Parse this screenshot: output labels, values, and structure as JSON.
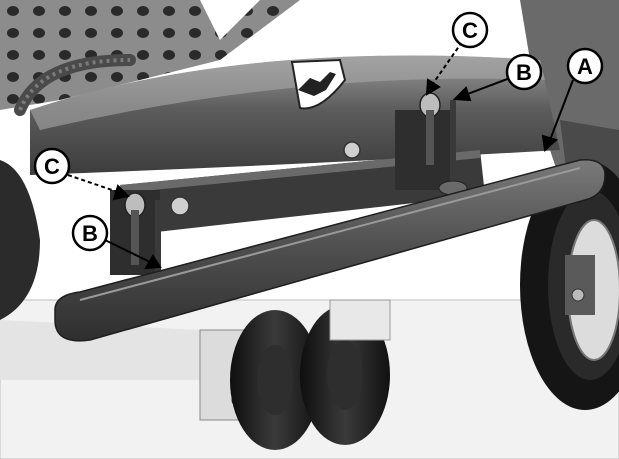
{
  "callouts": {
    "a": {
      "letter": "A"
    },
    "b_right": {
      "letter": "B"
    },
    "b_left": {
      "letter": "B"
    },
    "c_right": {
      "letter": "C"
    },
    "c_left": {
      "letter": "C"
    }
  },
  "colors": {
    "background": "#ffffff",
    "callout_fill": "#ffffff",
    "callout_stroke": "#000000",
    "line": "#000000",
    "metal_dark": "#3a3a3a",
    "metal_mid": "#5a5a5a",
    "metal_light": "#8a8a8a",
    "tire": "#1a1a1a",
    "deck_white": "#f0f0f0"
  },
  "icons": {
    "brand_logo": "leaping-deer-logo"
  }
}
